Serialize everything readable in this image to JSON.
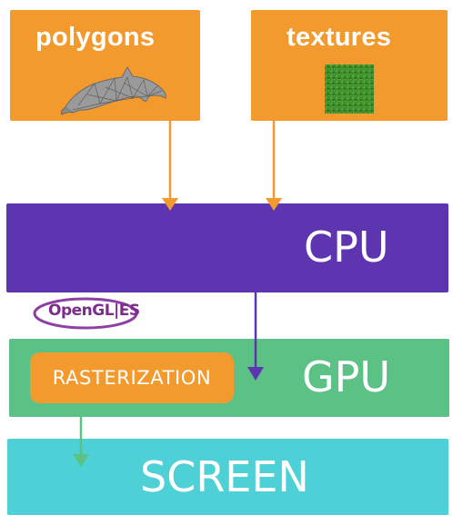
{
  "diagram": {
    "polygons_label": "polygons",
    "textures_label": "textures",
    "cpu_label": "CPU",
    "gpu_label": "GPU",
    "rasterization_label": "RASTERIZATION",
    "screen_label": "SCREEN",
    "logo_text": "OpenGL|ES"
  },
  "colors": {
    "orange": "#F29A2E",
    "purple": "#5E35B1",
    "green": "#5CC184",
    "teal": "#4DD0D6",
    "texture_green": "#3E8E2B"
  },
  "icons": [
    "dolphin-mesh-icon",
    "grass-texture-icon",
    "opengl-es-logo"
  ]
}
